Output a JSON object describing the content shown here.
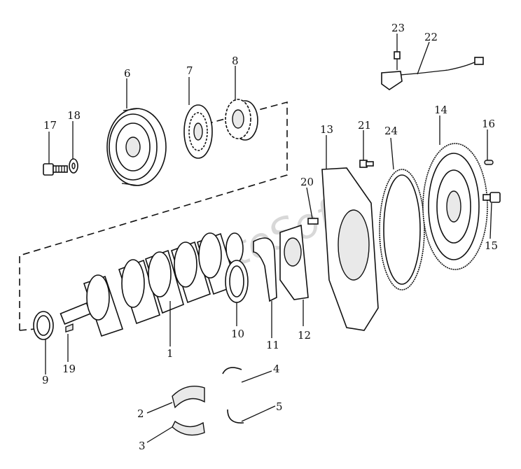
{
  "diagram": {
    "watermark": "AutoSoft",
    "callouts": {
      "p1": "1",
      "p2": "2",
      "p3": "3",
      "p4": "4",
      "p5": "5",
      "p6": "6",
      "p7": "7",
      "p8": "8",
      "p9": "9",
      "p10": "10",
      "p11": "11",
      "p12": "12",
      "p13": "13",
      "p14": "14",
      "p15": "15",
      "p16": "16",
      "p17": "17",
      "p18": "18",
      "p19": "19",
      "p20": "20",
      "p21": "21",
      "p22": "22",
      "p23": "23",
      "p24": "24"
    }
  }
}
